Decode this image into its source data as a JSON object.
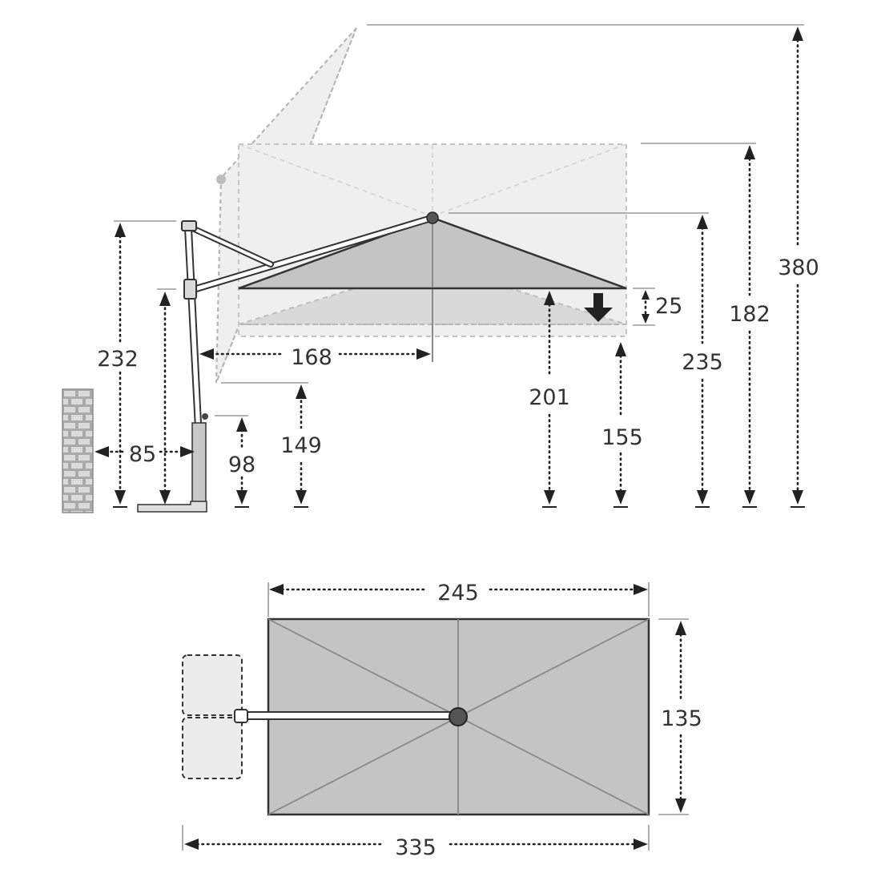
{
  "side_view": {
    "dimensions": {
      "d232": "232",
      "d85": "85",
      "d98": "98",
      "d149": "149",
      "d168": "168",
      "d201": "201",
      "d155": "155",
      "d25": "25",
      "d235": "235",
      "d182": "182",
      "d380": "380"
    }
  },
  "top_view": {
    "dimensions": {
      "d245": "245",
      "d135": "135",
      "d335": "335"
    }
  },
  "colors": {
    "canopy": "#c4c4c4",
    "ghost_canopy": "#ededed",
    "outline": "#333333",
    "wall": "#aaaaaa",
    "hub": "#555555",
    "base_plate": "#dedede"
  }
}
